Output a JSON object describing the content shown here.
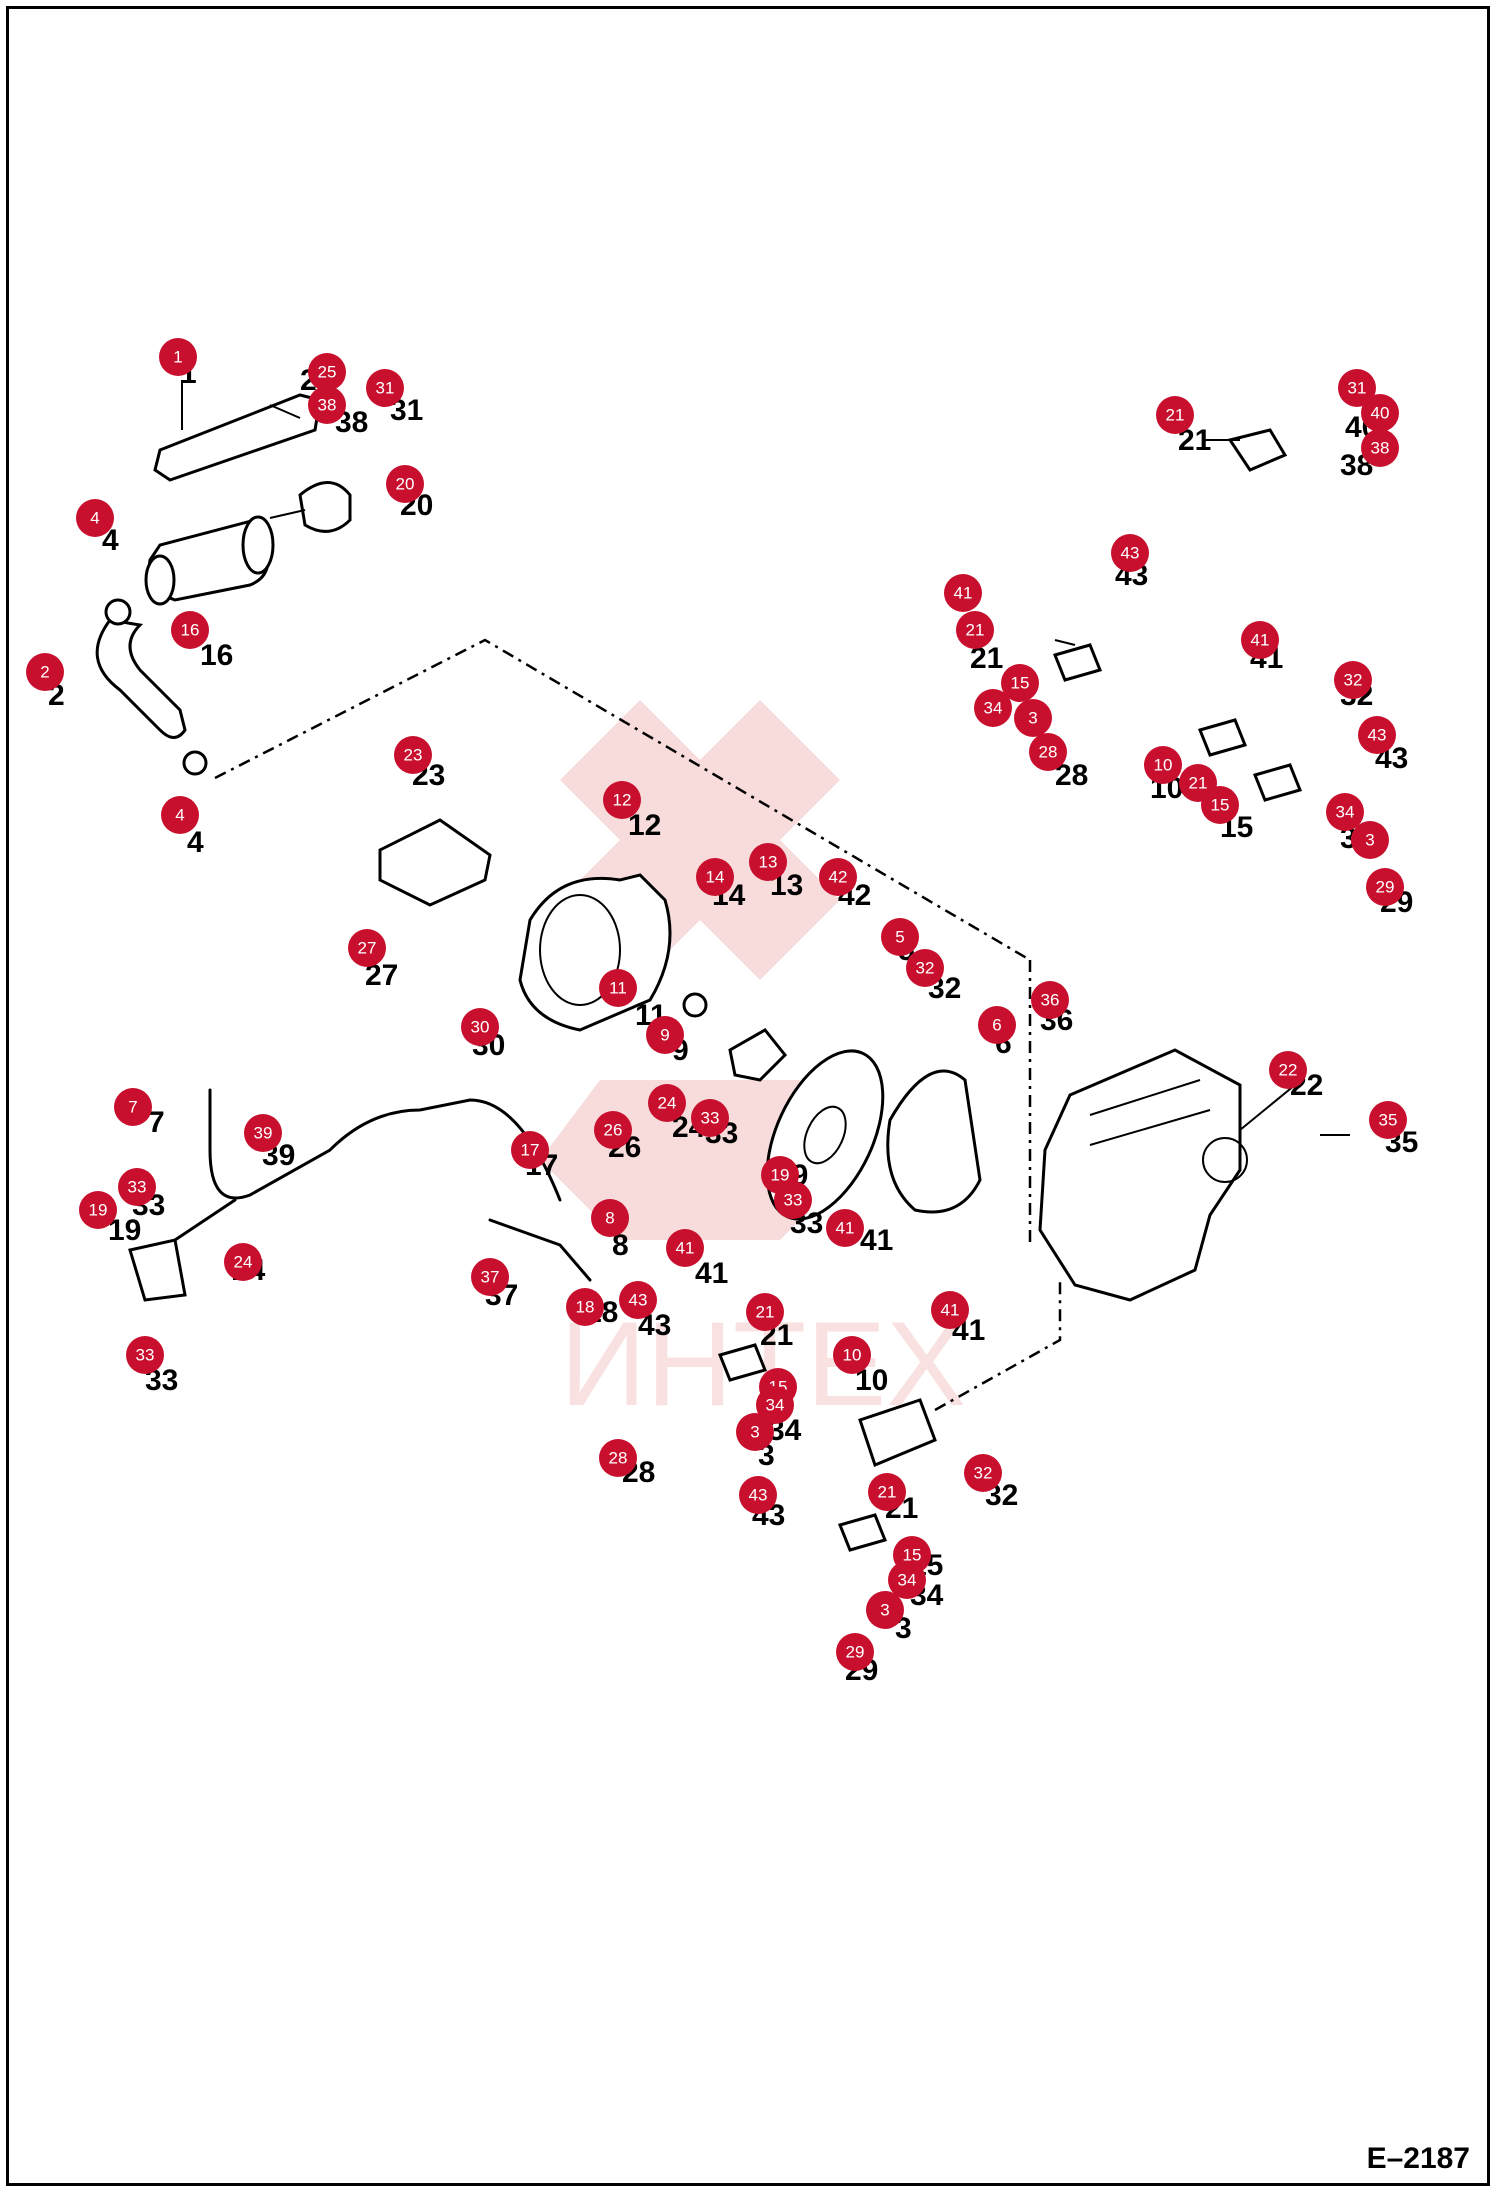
{
  "figure_code": "E–2187",
  "watermark_text": "ИНТЕХ",
  "callouts": [
    "1",
    "2",
    "3",
    "4",
    "5",
    "6",
    "7",
    "8",
    "9",
    "10",
    "11",
    "12",
    "13",
    "14",
    "15",
    "16",
    "17",
    "18",
    "19",
    "20",
    "21",
    "22",
    "23",
    "24",
    "25",
    "26",
    "27",
    "28",
    "29",
    "30",
    "31",
    "32",
    "33",
    "34",
    "35",
    "36",
    "37",
    "38",
    "39",
    "40",
    "41",
    "42",
    "43"
  ],
  "colors": {
    "badge": "#c8102e",
    "ink": "#000000",
    "watermark": "#d6221e"
  }
}
